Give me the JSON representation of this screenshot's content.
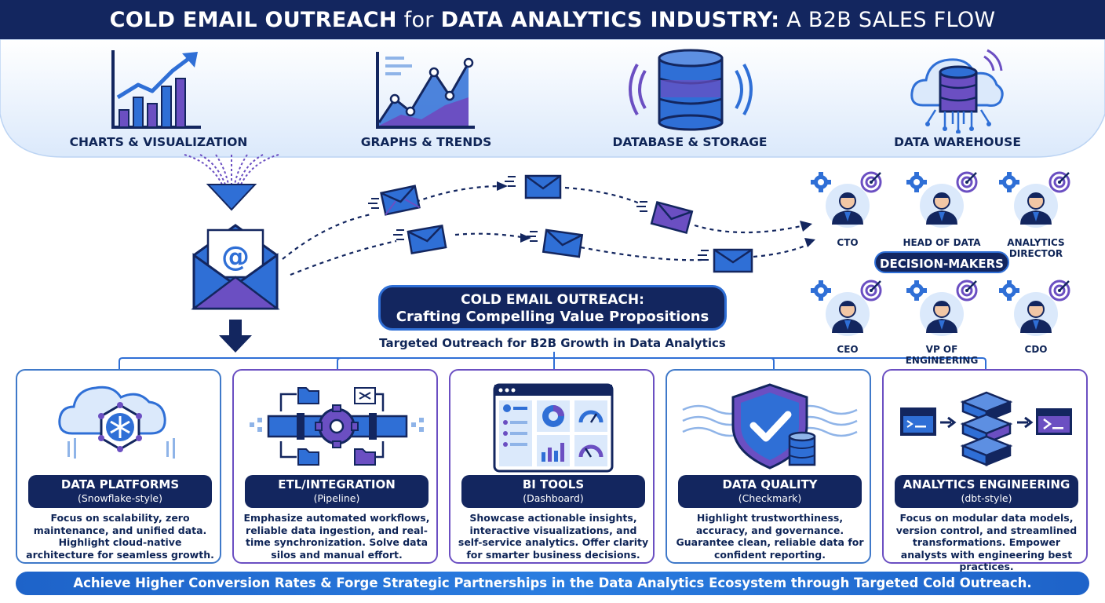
{
  "header": {
    "part1": "COLD EMAIL OUTREACH",
    "part2": "for",
    "part3": "DATA ANALYTICS INDUSTRY:",
    "part4": "A B2B SALES FLOW"
  },
  "top_categories": [
    {
      "label": "CHARTS & VISUALIZATION",
      "icon": "bar-chart-icon"
    },
    {
      "label": "GRAPHS & TRENDS",
      "icon": "area-chart-icon"
    },
    {
      "label": "DATABASE & STORAGE",
      "icon": "database-icon"
    },
    {
      "label": "DATA WAREHOUSE",
      "icon": "cloud-database-icon"
    }
  ],
  "center": {
    "banner_line1": "COLD EMAIL OUTREACH:",
    "banner_line2": "Crafting Compelling Value Propositions",
    "subtitle": "Targeted Outreach for B2B Growth in Data Analytics"
  },
  "decision_makers": {
    "label": "DECISION-MAKERS",
    "people": [
      {
        "role": "CTO",
        "icon": "person-icon"
      },
      {
        "role": "HEAD OF DATA",
        "icon": "person-icon"
      },
      {
        "role": "ANALYTICS DIRECTOR",
        "icon": "person-icon"
      },
      {
        "role": "CEO",
        "icon": "person-icon"
      },
      {
        "role": "VP OF ENGINEERING",
        "icon": "person-icon"
      },
      {
        "role": "CDO",
        "icon": "person-icon"
      }
    ]
  },
  "cards": [
    {
      "title": "DATA PLATFORMS",
      "subtitle": "(Snowflake-style)",
      "description": "Focus on scalability, zero maintenance, and unified data. Highlight cloud-native architecture for seamless growth.",
      "icon": "snowflake-cloud-icon"
    },
    {
      "title": "ETL/INTEGRATION",
      "subtitle": "(Pipeline)",
      "description": "Emphasize automated workflows, reliable data ingestion, and real-time synchronization. Solve data silos and manual effort.",
      "icon": "pipeline-gear-icon"
    },
    {
      "title": "BI TOOLS",
      "subtitle": "(Dashboard)",
      "description": "Showcase actionable insights, interactive visualizations, and self-service analytics. Offer clarity for smarter business decisions.",
      "icon": "dashboard-icon"
    },
    {
      "title": "DATA QUALITY",
      "subtitle": "(Checkmark)",
      "description": "Highlight trustworthiness, accuracy, and governance. Guarantee clean, reliable data for confident reporting.",
      "icon": "shield-check-icon"
    },
    {
      "title": "ANALYTICS ENGINEERING",
      "subtitle": "(dbt-style)",
      "description": "Focus on modular data models, version control, and streamlined transformations. Empower analysts with engineering best practices.",
      "icon": "terminal-blocks-icon"
    }
  ],
  "footer": "Achieve Higher Conversion Rates & Forge Strategic Partnerships in the Data Analytics Ecosystem through Targeted Cold Outreach.",
  "colors": {
    "navy": "#13265f",
    "blue": "#2f6fd6",
    "purple": "#6b4fc2",
    "light": "#dbe9fb"
  }
}
